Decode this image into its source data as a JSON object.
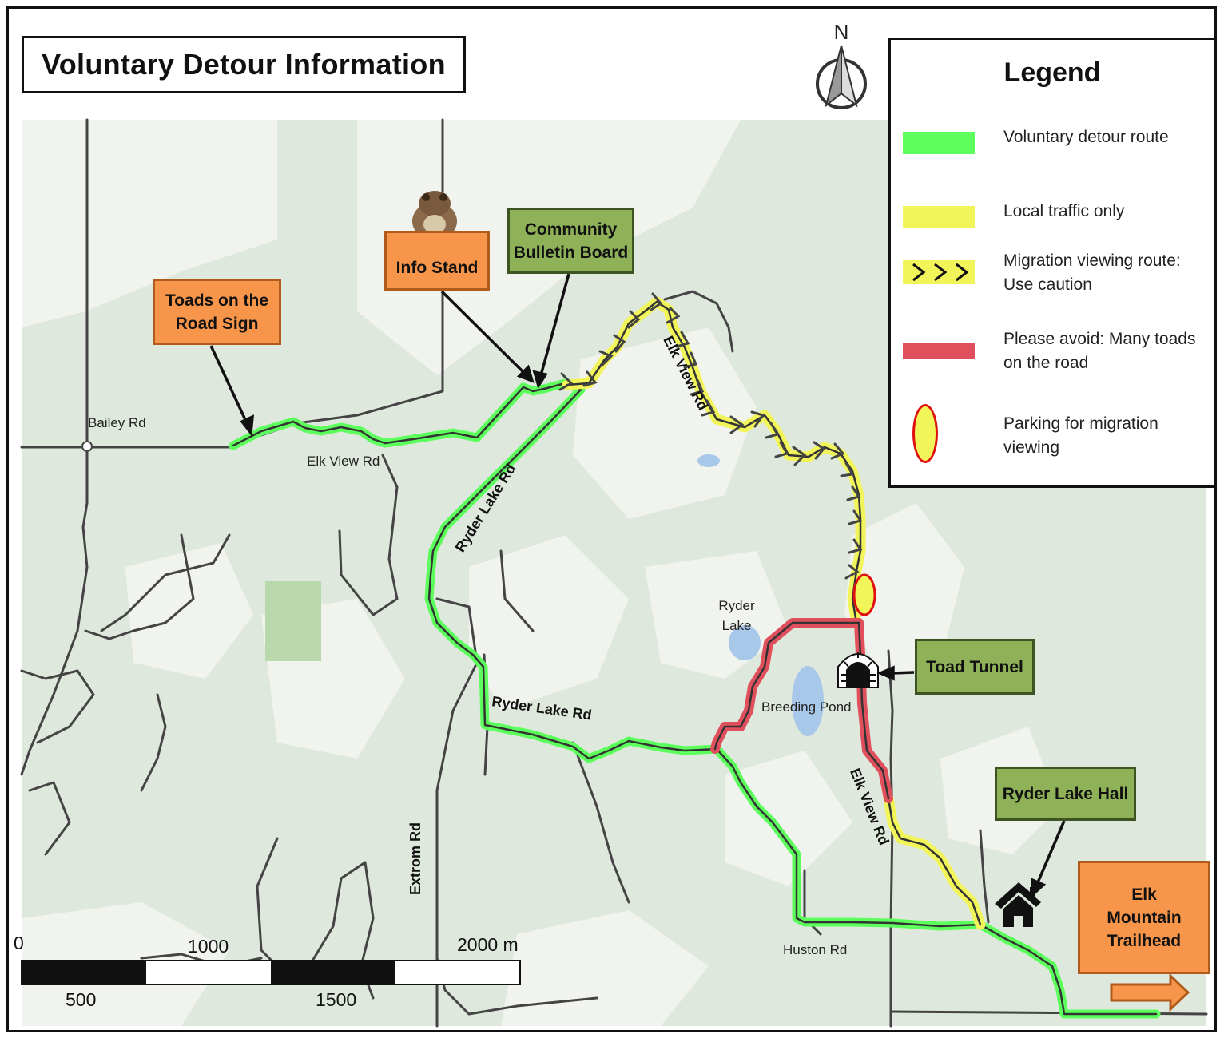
{
  "title": "Voluntary Detour Information",
  "legend": {
    "title": "Legend",
    "items": [
      {
        "symbol": "green-line",
        "color": "#5cff5c",
        "label": "Voluntary detour route"
      },
      {
        "symbol": "yellow-line",
        "color": "#f2f55a",
        "label": "Local traffic only"
      },
      {
        "symbol": "chevron-line",
        "color": "#f2f55a",
        "label": "Migration viewing route: Use caution"
      },
      {
        "symbol": "red-line",
        "color": "#e0505c",
        "label": "Please avoid: Many toads on the road"
      },
      {
        "symbol": "parking-ellipse",
        "color": "#f2f55a",
        "label": "Parking for migration viewing"
      }
    ]
  },
  "compass": {
    "north_label": "N",
    "icon": "north-arrow-icon"
  },
  "callouts": {
    "toads_sign": "Toads on the Road Sign",
    "info_stand": "Info Stand",
    "bulletin_board": "Community Bulletin Board",
    "toad_tunnel": "Toad Tunnel",
    "ryder_hall": "Ryder Lake Hall",
    "trailhead": "Elk Mountain Trailhead"
  },
  "map_labels": {
    "bailey_rd": "Bailey Rd",
    "elk_view_rd_west": "Elk View Rd",
    "ryder_lake_rd_north": "Ryder Lake Rd",
    "elk_view_rd_north": "Elk View Rd",
    "ryder_lake": "Ryder Lake",
    "breeding_pond": "Breeding Pond",
    "ryder_lake_rd_south": "Ryder Lake Rd",
    "elk_view_rd_south": "Elk View Rd",
    "extrom_rd": "Extrom Rd",
    "huston_rd": "Huston Rd"
  },
  "scale_bar": {
    "top_labels": [
      "0",
      "1000",
      "2000 m"
    ],
    "bottom_labels": [
      "500",
      "1500"
    ]
  },
  "colors": {
    "detour_green": "#5cff5c",
    "local_yellow": "#f2f55a",
    "avoid_red": "#e0505c",
    "callout_orange": "#f7964a",
    "callout_green": "#8fb258"
  }
}
